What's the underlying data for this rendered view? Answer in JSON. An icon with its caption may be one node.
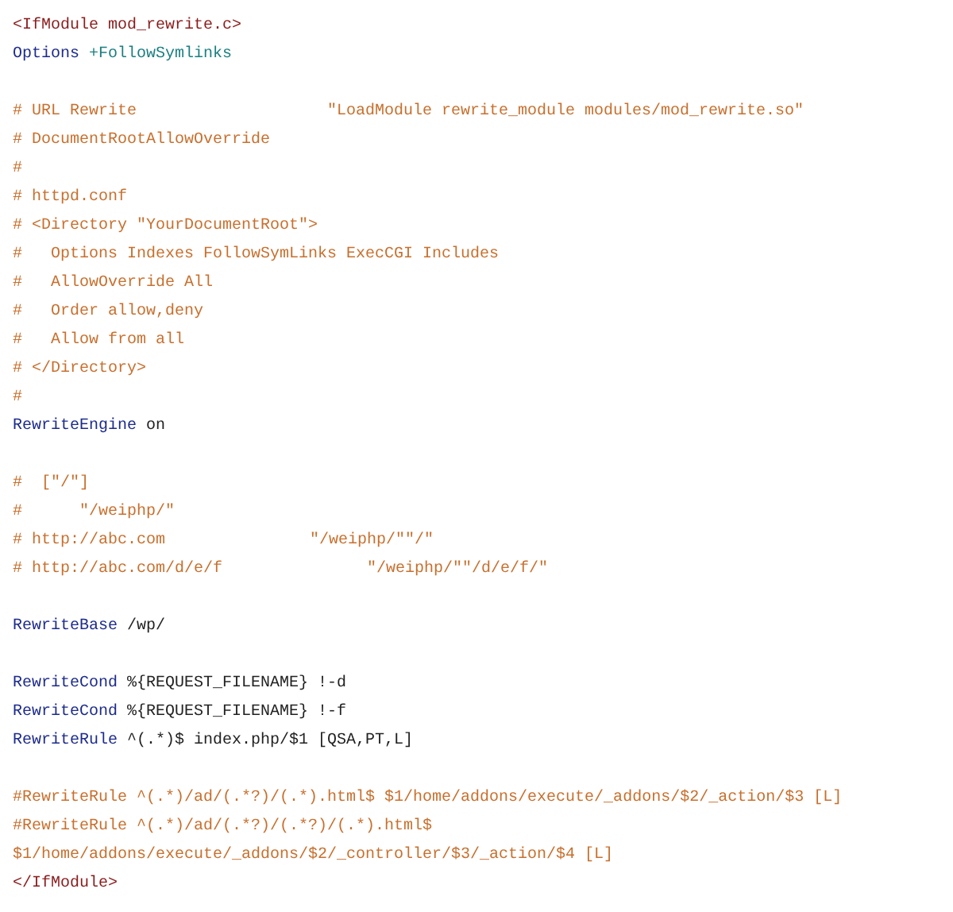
{
  "diagram": {
    "labels": [
      "<IfModule mod_rewrite.c>",
      "Options +FollowSymlinks",
      "# URL Rewrite",
      "\"LoadModule rewrite_module modules/mod_rewrite.so\"",
      "# DocumentRootAllowOverride",
      "#",
      "# httpd.conf",
      "# <Directory \"YourDocumentRoot\">",
      "#",
      "Options Indexes FollowSymLinks ExecCGI Includes",
      "#",
      "AllowOverride All",
      "#",
      "Order allow,deny",
      "#",
      "Allow from all",
      "# </Directory>",
      "#",
      "RewriteEngine on",
      "#",
      "[\"/\"]",
      "#",
      "\"/weiphp/\"",
      "# http://abc.com",
      "\"/weiphp/\"\"/\"",
      "# http://abc.com/d/e/f",
      "\"/weiphp/\"\"/d/e/f/\"",
      "RewriteBase /wp/",
      "RewriteCond %{REQUEST_FILENAME} !-d",
      "RewriteCond %{REQUEST_FILENAME} !-f",
      "RewriteRule ^(.*)$ index.php/$1 [QSA,PT,L]",
      "#RewriteRule ^(.*)/ad/(.*?)/(.*).html$ $1/home/addons/execute/_addons/$2/_action/$3 [L]",
      "#RewriteRule ^(.*)/ad/(.*?)/(.*?)/(.*).html$",
      "$1/home/addons/execute/_addons/$2/_controller/$3/_action/$4 [L]",
      "</IfModule>"
    ]
  }
}
